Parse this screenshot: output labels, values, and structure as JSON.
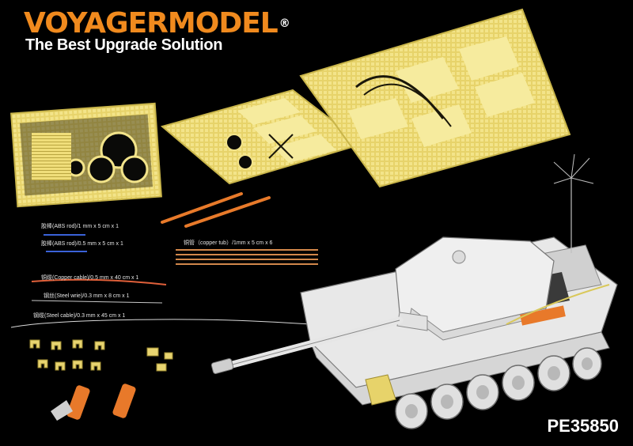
{
  "brand": {
    "logo_part1": "VOYAGER",
    "logo_part2": "MODEL",
    "logo_reg": "®",
    "tagline": "The Best Upgrade Solution",
    "accent_color": "#f08a1e"
  },
  "materials": {
    "abs_rod_1": "胶棒(ABS rod)/1 mm x 5 cm x 1",
    "abs_rod_05": "胶棒(ABS rod)/0.5 mm x 5 cm x 1",
    "copper_tub": "铜管（copper tub）/1mm x 5 cm x 6",
    "copper_cable": "铜缆(Copper cable)/0.5 mm x 40 cm x 1",
    "steel_wire": "钢丝(Steel wrie)/0.3 mm x 8 cm x 1",
    "steel_cable": "钢缆(Steel cable)/0.3 mm x 45 cm x 1"
  },
  "product_code": "PE35850"
}
